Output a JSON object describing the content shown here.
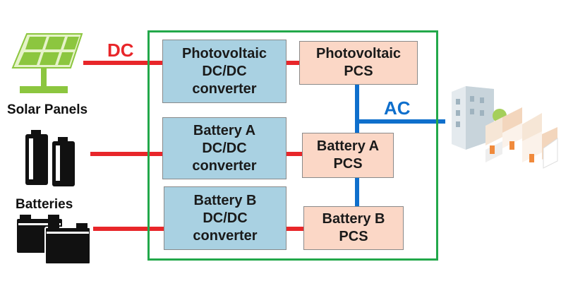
{
  "labels": {
    "dc": "DC",
    "ac": "AC",
    "solar_panels": "Solar Panels",
    "batteries": "Batteries"
  },
  "boxes": {
    "pv_converter": [
      "Photovoltaic",
      "DC/DC",
      "converter"
    ],
    "pv_pcs": [
      "Photovoltaic",
      "PCS"
    ],
    "battery_a_converter": [
      "Battery A",
      "DC/DC",
      "converter"
    ],
    "battery_a_pcs": [
      "Battery A",
      "PCS"
    ],
    "battery_b_converter": [
      "Battery B",
      "DC/DC",
      "converter"
    ],
    "battery_b_pcs": [
      "Battery B",
      "PCS"
    ]
  },
  "icons": {
    "solar_panel": "solar-panel-icon",
    "batteries": "battery-cells-icon",
    "battery_packs": "battery-pack-icon",
    "buildings": "buildings-icon"
  },
  "colors": {
    "dc_line": "#e8262a",
    "ac_line": "#0f6fcc",
    "enclosure": "#22a84a",
    "converter_fill": "#a9d1e2",
    "pcs_fill": "#fbd7c6"
  }
}
